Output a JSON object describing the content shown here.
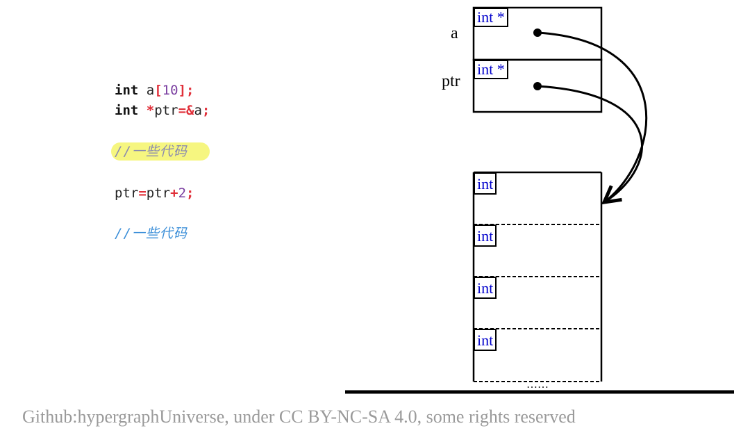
{
  "code": {
    "line1": {
      "kw": "int",
      "var": " a",
      "bracket_open": "[",
      "num": "10",
      "bracket_close": "]",
      "semi": ";"
    },
    "line2": {
      "kw": "int",
      "space": " ",
      "star": "*",
      "var": "ptr",
      "eq": "=",
      "amp": "&",
      "target": "a",
      "semi": ";"
    },
    "comment1": "//一些代码",
    "line3": {
      "lhs": "ptr",
      "eq": "=",
      "rhs": "ptr",
      "plus": "+",
      "num": "2",
      "semi": ";"
    },
    "comment2": "//一些代码"
  },
  "memory": {
    "vars": [
      {
        "label": "a",
        "type": "int *"
      },
      {
        "label": "ptr",
        "type": "int *"
      }
    ],
    "array_cells": [
      {
        "type": "int"
      },
      {
        "type": "int"
      },
      {
        "type": "int"
      },
      {
        "type": "int"
      }
    ],
    "ellipsis": "……"
  },
  "colors": {
    "keyword": "#111111",
    "operator": "#e0303a",
    "number": "#7a3ea0",
    "comment_highlighted": "#8a8ab0",
    "comment": "#3a8ed8",
    "type_text": "#0000cc",
    "highlight": "#f4f46a"
  },
  "footer": "Github:hypergraphUniverse, under CC BY-NC-SA 4.0, some rights reserved"
}
